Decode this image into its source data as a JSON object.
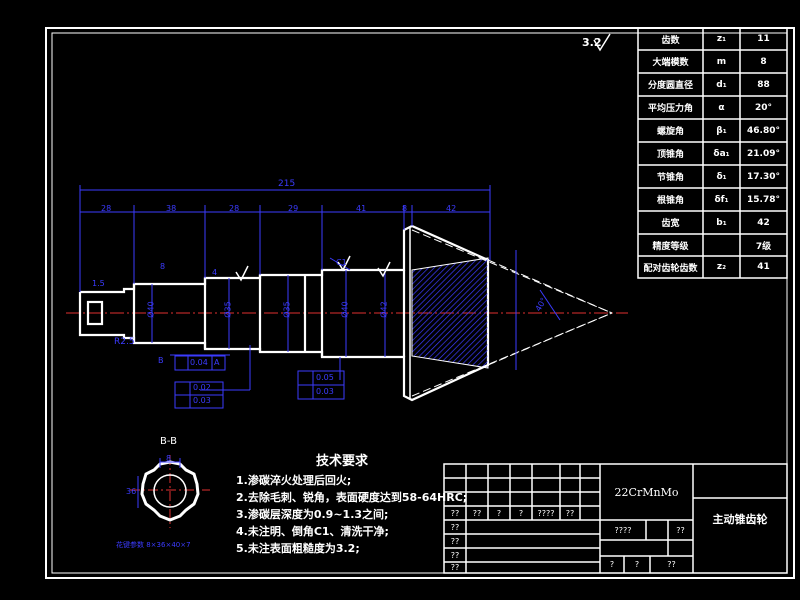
{
  "drawing": {
    "roughness_symbol": "3.2",
    "dimensions": {
      "overall": "215",
      "segments": [
        "28",
        "38",
        "28",
        "29",
        "41",
        "8",
        "42"
      ],
      "diameters": [
        "Ø40",
        "Ø35",
        "Ø35",
        "Ø40",
        "Ø42"
      ],
      "radius": "R2.5",
      "misc": [
        "1.5",
        "8",
        "4",
        "C1",
        "B"
      ],
      "tol_runout": "0.04",
      "tol_datum": "A",
      "tol_box1": [
        "0.02",
        "0.03"
      ],
      "tol_box2": [
        "0.05",
        "0.03"
      ],
      "cone_angle": "40°"
    },
    "section": {
      "title": "B-B",
      "note": "花键参数 8×36×40×7",
      "width_label": "8",
      "height_label": "36"
    },
    "tech_requirements": {
      "title": "技术要求",
      "items": [
        "1.渗碳淬火处理后回火;",
        "2.去除毛刺、锐角，表面硬度达到58-64HRC;",
        "3.渗碳层深度为0.9~1.3之间;",
        "4.未注明、倒角C1、清洗干净;",
        "5.未注表面粗糙度为3.2;"
      ]
    }
  },
  "param_table": [
    {
      "name": "齿数",
      "sym": "z₁",
      "val": "11"
    },
    {
      "name": "大端模数",
      "sym": "m",
      "val": "8"
    },
    {
      "name": "分度圆直径",
      "sym": "d₁",
      "val": "88"
    },
    {
      "name": "平均压力角",
      "sym": "α",
      "val": "20°"
    },
    {
      "name": "螺旋角",
      "sym": "β₁",
      "val": "46.80°"
    },
    {
      "name": "顶锥角",
      "sym": "δa₁",
      "val": "21.09°"
    },
    {
      "name": "节锥角",
      "sym": "δ₁",
      "val": "17.30°"
    },
    {
      "name": "根锥角",
      "sym": "δf₁",
      "val": "15.78°"
    },
    {
      "name": "齿宽",
      "sym": "b₁",
      "val": "42"
    },
    {
      "name": "精度等级",
      "sym": "",
      "val": "7级"
    },
    {
      "name": "配对齿轮齿数",
      "sym": "z₂",
      "val": "41"
    }
  ],
  "title_block": {
    "material": "22CrMnMo",
    "part_name": "主动锥齿轮",
    "placeholders": [
      "??",
      "??",
      "?",
      "?",
      "????",
      "??",
      "??",
      "????",
      "??",
      "??",
      "??",
      "??",
      "?",
      "?",
      "??"
    ]
  }
}
